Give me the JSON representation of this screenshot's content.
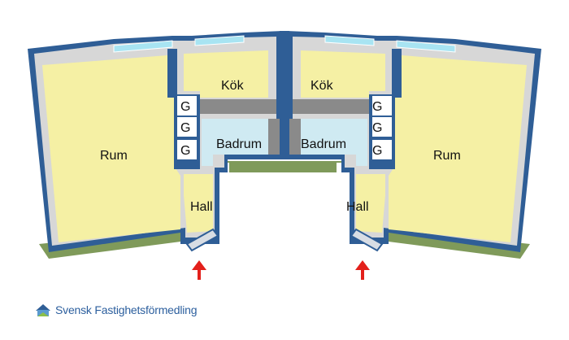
{
  "rooms": {
    "left": {
      "rum": "Rum",
      "kok": "Kök",
      "badrum": "Badrum",
      "hall": "Hall",
      "wardrobes": [
        "G",
        "G",
        "G"
      ]
    },
    "right": {
      "rum": "Rum",
      "kok": "Kök",
      "badrum": "Badrum",
      "hall": "Hall",
      "wardrobes": [
        "G",
        "G",
        "G"
      ]
    }
  },
  "entrances": [
    "entrance-arrow",
    "entrance-arrow"
  ],
  "brand": {
    "name": "Svensk Fastighetsförmedling"
  },
  "colors": {
    "wall": "#2f5e96",
    "floor": "#f5f0a4",
    "bath": "#cfeaf2",
    "window": "#a8e4f2",
    "ground": "#7f9a5a",
    "arrow": "#e3201b"
  }
}
